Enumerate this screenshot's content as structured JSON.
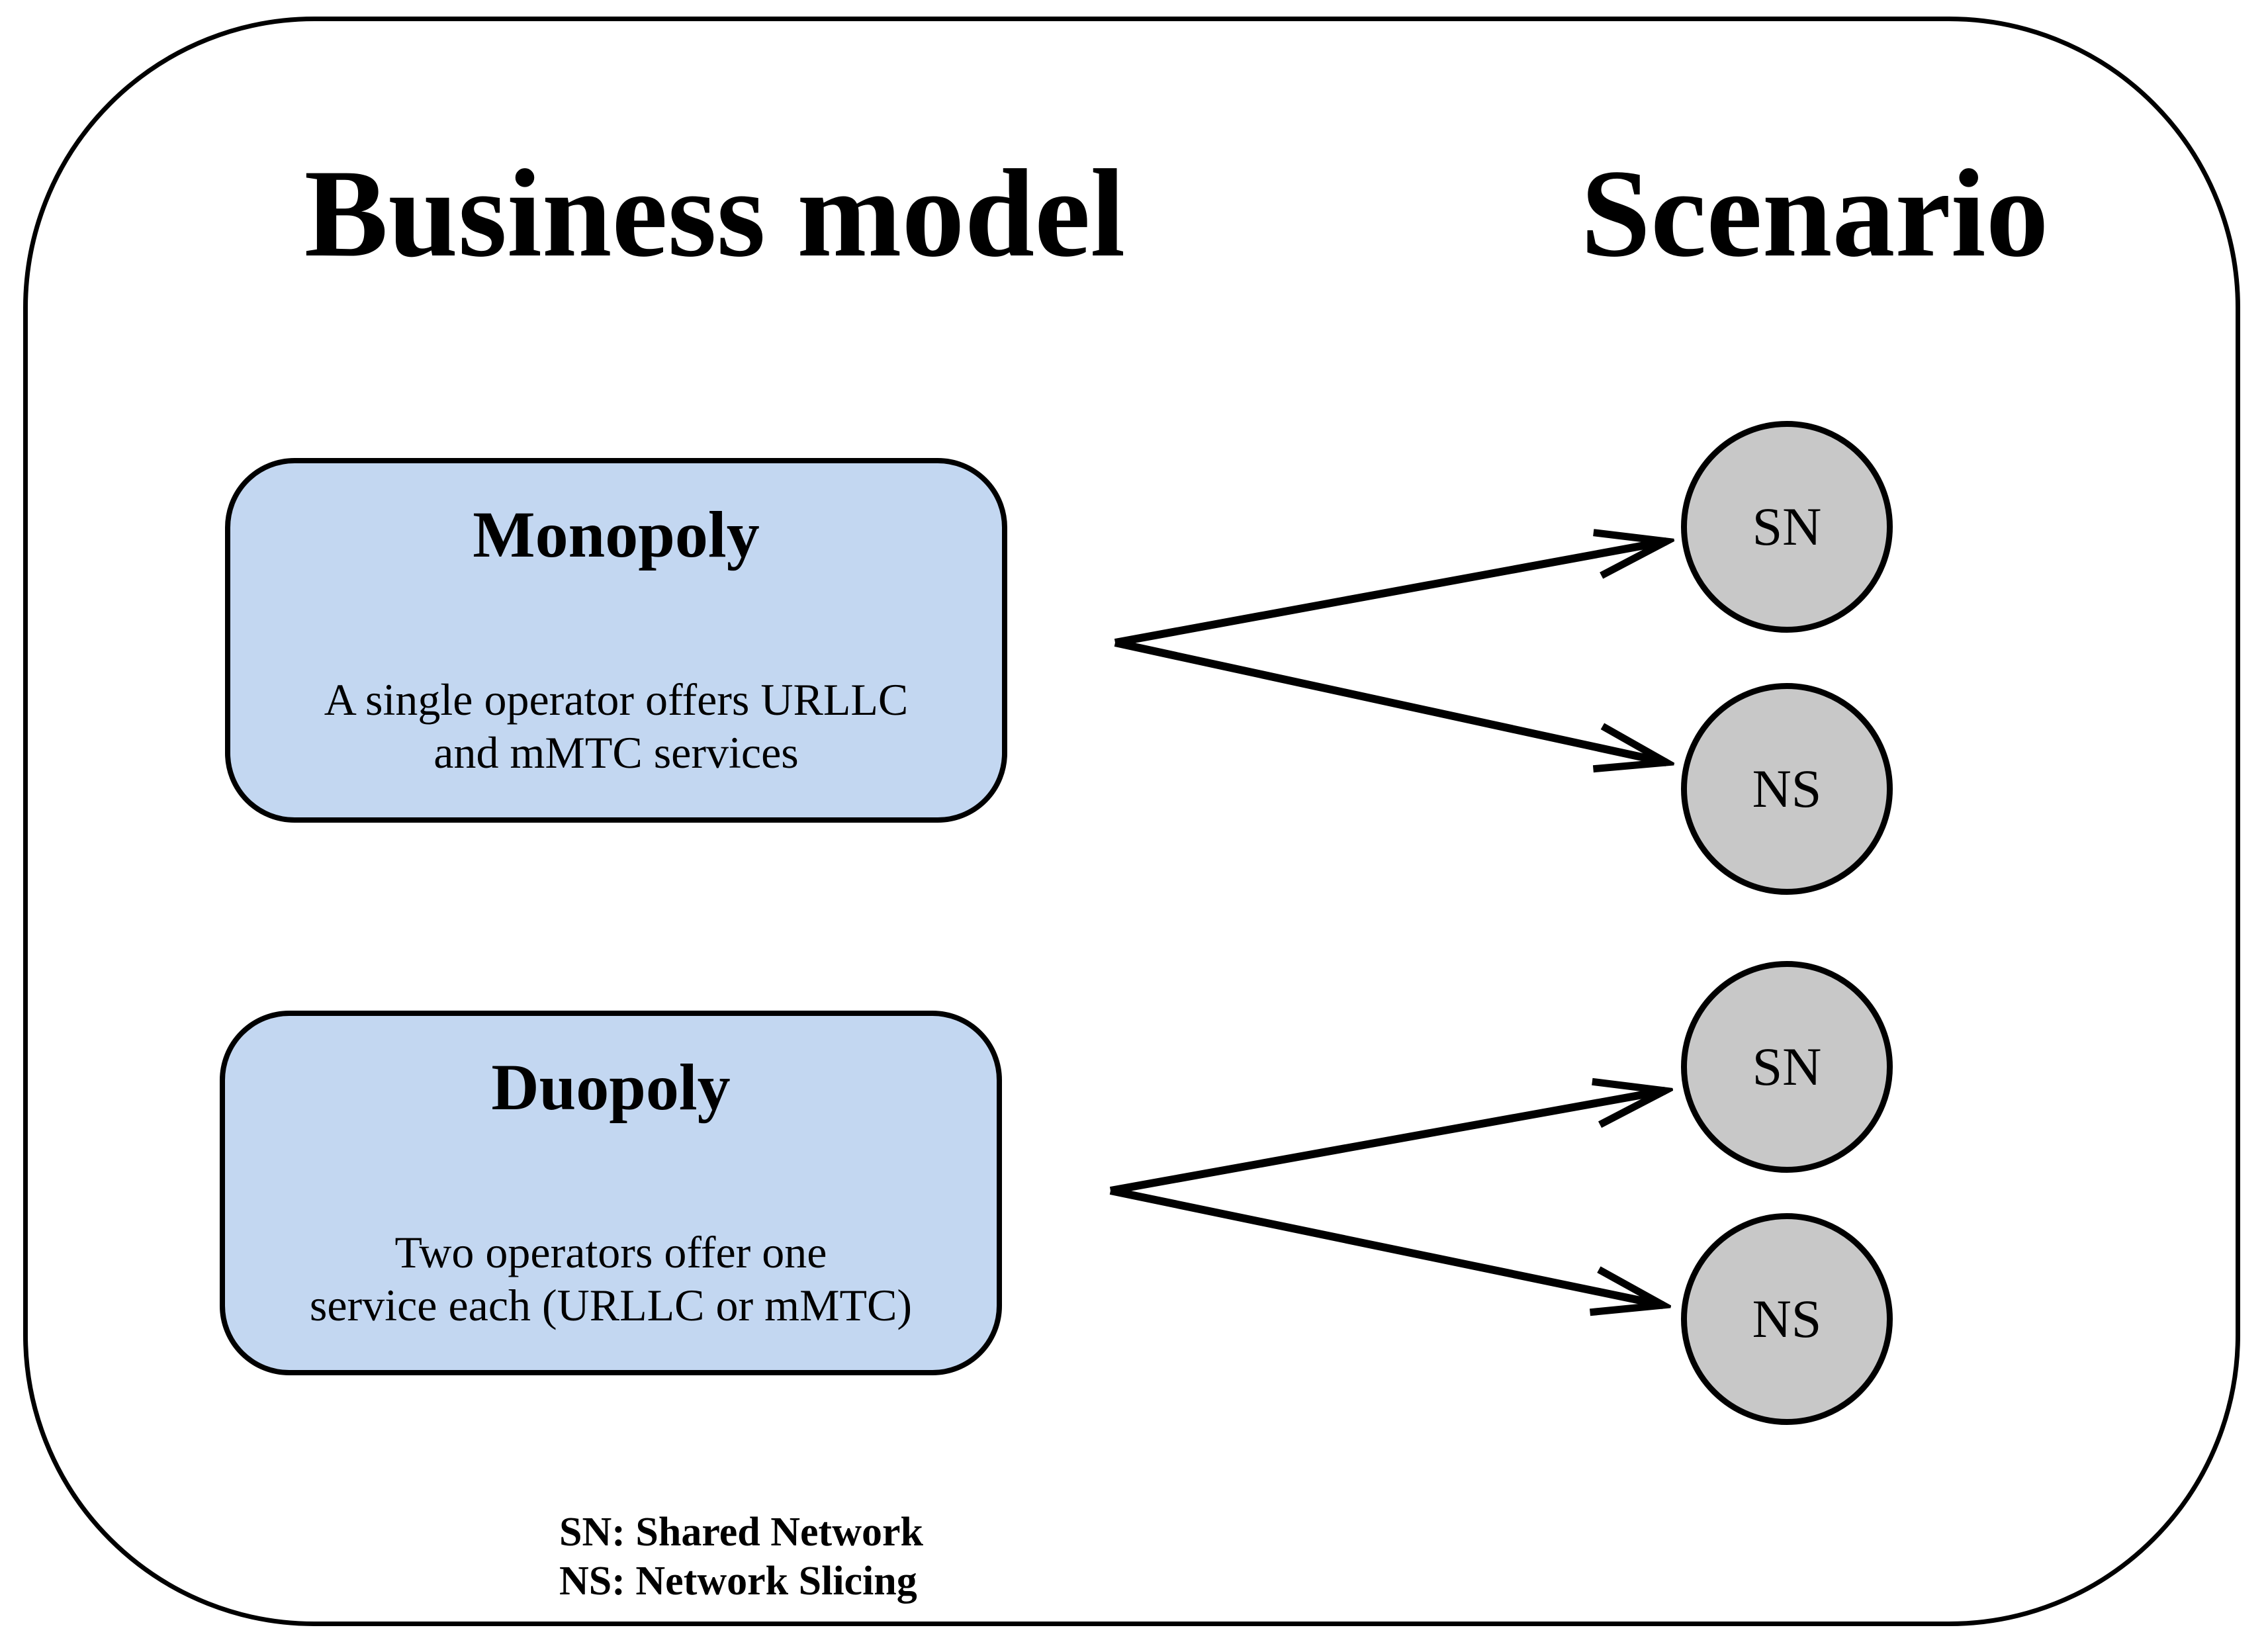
{
  "headers": {
    "business_model": "Business model",
    "scenario": "Scenario"
  },
  "business_models": [
    {
      "id": "monopoly",
      "title": "Monopoly",
      "desc_lines": [
        "A single operator offers URLLC",
        "and mMTC services"
      ]
    },
    {
      "id": "duopoly",
      "title": "Duopoly",
      "desc_lines": [
        "Two operators offer one",
        "service each (URLLC or mMTC)"
      ]
    }
  ],
  "scenarios": [
    {
      "group": "monopoly",
      "label": "SN"
    },
    {
      "group": "monopoly",
      "label": "NS"
    },
    {
      "group": "duopoly",
      "label": "SN"
    },
    {
      "group": "duopoly",
      "label": "NS"
    }
  ],
  "legend": {
    "lines": [
      "SN: Shared Network",
      "NS: Network Slicing"
    ]
  },
  "colors": {
    "box_fill": "#c3d7f1",
    "circle_fill": "#c8c8c8",
    "stroke": "#000000",
    "background": "#ffffff"
  }
}
